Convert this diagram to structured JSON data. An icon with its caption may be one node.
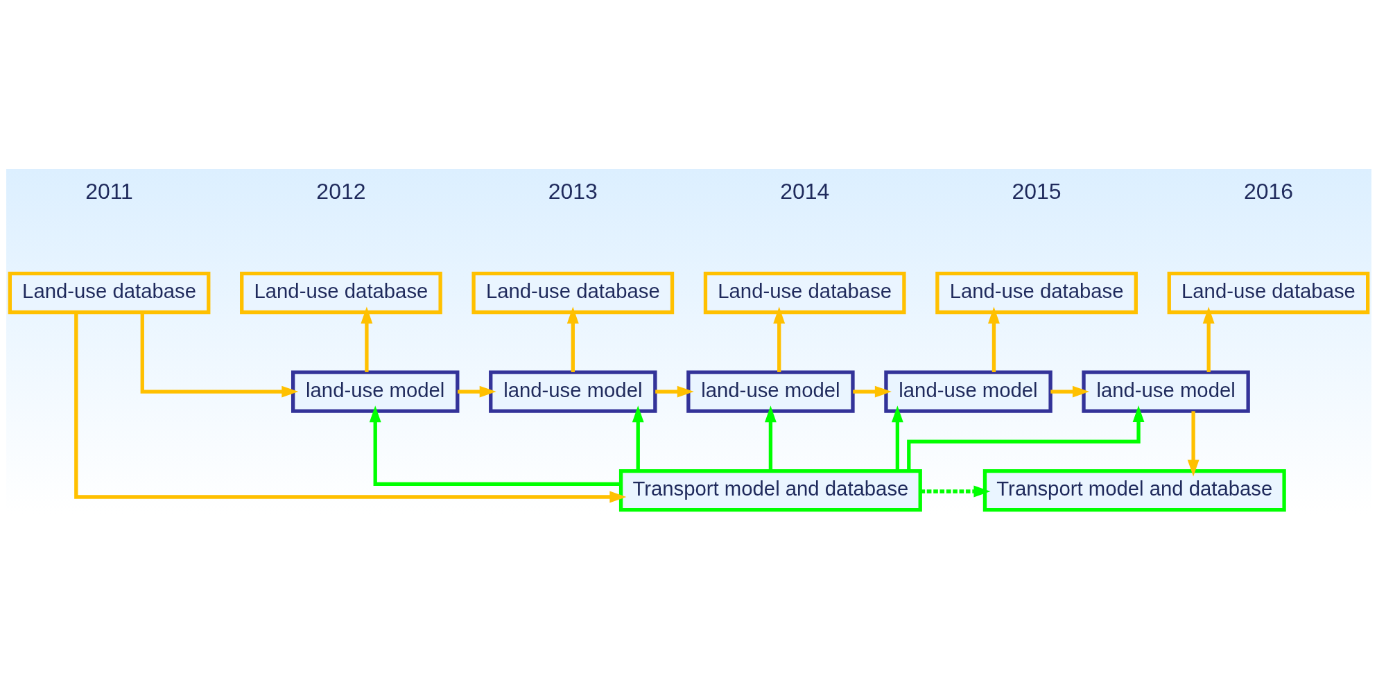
{
  "diagram": {
    "nodes": [
      {
        "text": [
          "Land-use database"
        ],
        "beside": [
          "2011"
        ]
      },
      {
        "text": [
          "Land-use database"
        ],
        "beside": [
          "2012"
        ]
      },
      {
        "text": [
          "Land-use database"
        ],
        "beside": [
          "2013"
        ]
      },
      {
        "text": [
          "Land-use database"
        ],
        "beside": [
          "2014"
        ]
      },
      {
        "text": [
          "Land-use database"
        ],
        "beside": [
          "2015"
        ]
      },
      {
        "text": [
          "Land-use database"
        ],
        "beside": [
          "2016"
        ]
      },
      {
        "text": [
          "land-use model"
        ]
      },
      {
        "text": [
          "land-use model"
        ]
      },
      {
        "text": [
          "land-use model"
        ]
      },
      {
        "text": [
          "land-use model"
        ]
      },
      {
        "text": [
          "land-use model"
        ]
      },
      {
        "text": [
          "Transport model and database"
        ]
      },
      {
        "text": [
          "Transport model and database"
        ]
      }
    ],
    "edges": [
      {
        "from": 0,
        "to": 6,
        "arrow": "to"
      },
      {
        "from": 0,
        "to": 11,
        "arrow": "to"
      },
      {
        "from": 6,
        "to": 1,
        "arrow": "to"
      },
      {
        "from": 6,
        "to": 7,
        "arrow": "to"
      },
      {
        "from": 7,
        "to": 2,
        "arrow": "to"
      },
      {
        "from": 7,
        "to": 8,
        "arrow": "to"
      },
      {
        "from": 8,
        "to": 3,
        "arrow": "to"
      },
      {
        "from": 8,
        "to": 9,
        "arrow": "to"
      },
      {
        "from": 9,
        "to": 4,
        "arrow": "to"
      },
      {
        "from": 9,
        "to": 10,
        "arrow": "to"
      },
      {
        "from": 10,
        "to": 5,
        "arrow": "to"
      },
      {
        "from": 10,
        "to": 12,
        "arrow": "to"
      },
      {
        "from": 11,
        "to": 6,
        "arrow": "to",
        "color": "#00ff00"
      },
      {
        "from": 11,
        "to": 7,
        "arrow": "to",
        "color": "#00ff00"
      },
      {
        "from": 11,
        "to": 8,
        "arrow": "to",
        "color": "#00ff00"
      },
      {
        "from": 11,
        "to": 9,
        "arrow": "to",
        "color": "#00ff00"
      },
      {
        "from": 11,
        "to": 10,
        "arrow": "to",
        "color": "#00ff00"
      },
      {
        "from": 11,
        "to": 12,
        "arrow": "to",
        "style": "dashed",
        "color": "#00ff00"
      }
    ]
  }
}
